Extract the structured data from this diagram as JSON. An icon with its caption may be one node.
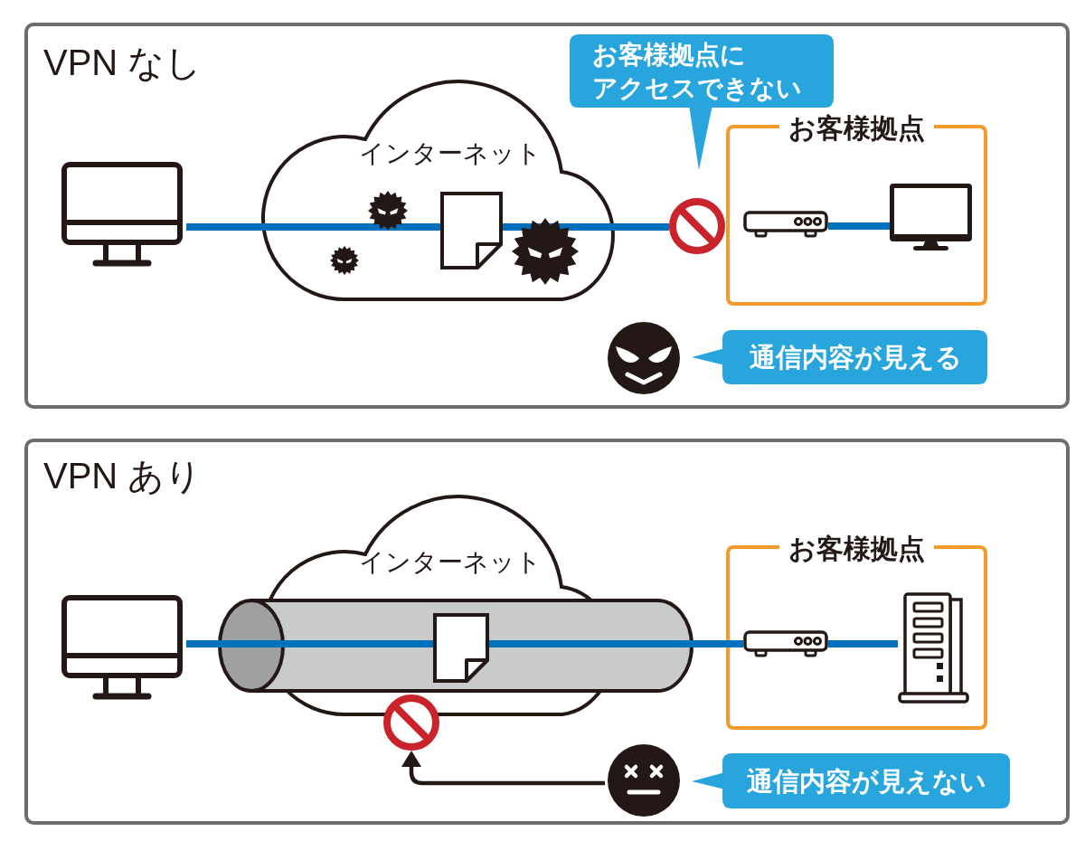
{
  "diagram": {
    "nodes": [
      {
        "text": [
          "VPN なし"
        ]
      },
      {
        "text": [],
        "shape": "picture",
        "in": 0
      },
      {
        "text": [
          "インターネット"
        ],
        "in": 0
      },
      {
        "text": [],
        "shape": "picture",
        "in": 2
      },
      {
        "text": [],
        "shape": "picture",
        "in": 0
      },
      {
        "text": [
          "お客様拠点にアクセスできない"
        ],
        "in": 0
      },
      {
        "text": [
          "お客様拠点"
        ],
        "in": 0
      },
      {
        "text": [],
        "shape": "picture",
        "in": 6
      },
      {
        "text": [],
        "shape": "picture",
        "in": 6
      },
      {
        "text": [],
        "shape": "picture",
        "in": 0
      },
      {
        "text": [
          "通信内容が見える"
        ],
        "in": 0
      },
      {
        "text": [
          "VPN あり"
        ]
      },
      {
        "text": [],
        "shape": "picture",
        "in": 11
      },
      {
        "text": [
          "インターネット"
        ],
        "in": 11
      },
      {
        "text": [],
        "shape": "cylinder",
        "in": 11
      },
      {
        "text": [],
        "shape": "picture"
      },
      {
        "text": [
          "お客様拠点"
        ],
        "in": 11
      },
      {
        "text": [],
        "shape": "picture",
        "in": 16
      },
      {
        "text": [],
        "shape": "picture",
        "in": 16
      },
      {
        "text": [],
        "shape": "picture",
        "in": 11
      },
      {
        "text": [],
        "shape": "picture",
        "in": 11
      },
      {
        "text": [
          "通信内容が見えない"
        ],
        "in": 11
      }
    ],
    "edges": [
      {
        "from": 1,
        "to": 3,
        "arrow": "none"
      },
      {
        "from": 3,
        "to": 4,
        "arrow": "none"
      },
      {
        "from": 7,
        "to": 8,
        "arrow": "none"
      },
      {
        "from": 12,
        "to": 14,
        "arrow": "none"
      },
      {
        "from": 14,
        "to": 17,
        "arrow": "none"
      },
      {
        "from": 17,
        "to": 18,
        "arrow": "none"
      },
      {
        "from": 20,
        "to": 19,
        "arrow": "to",
        "color": "#231815"
      }
    ]
  }
}
